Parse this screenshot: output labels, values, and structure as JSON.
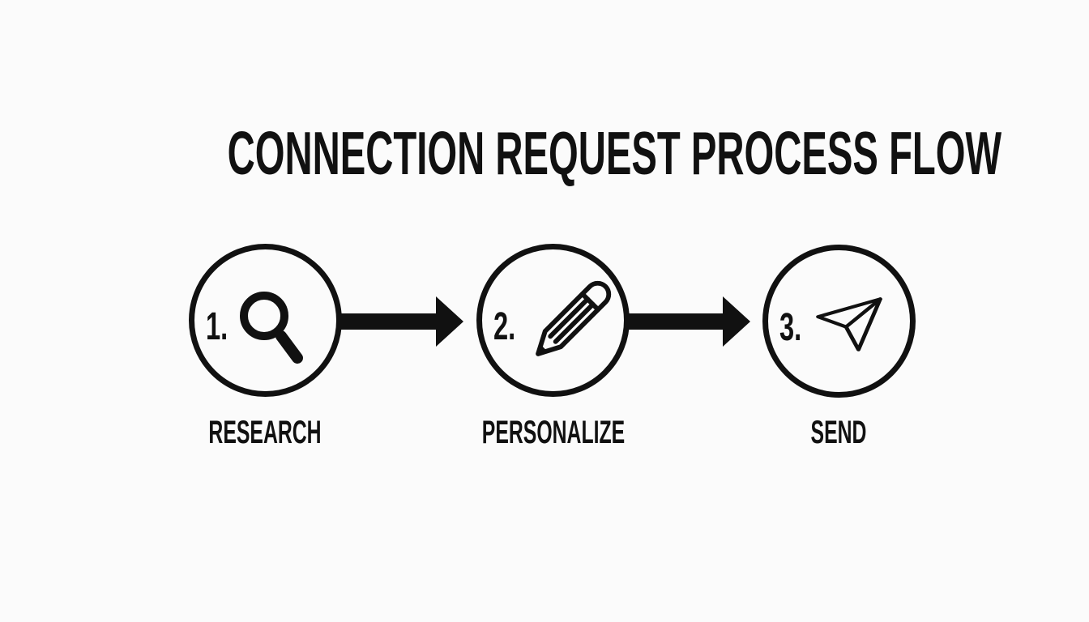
{
  "title": "CONNECTION REQUEST PROCESS FLOW",
  "steps": [
    {
      "number": "1.",
      "label": "RESEARCH",
      "icon": "magnifying-glass-icon"
    },
    {
      "number": "2.",
      "label": "PERSONALIZE",
      "icon": "pencil-icon"
    },
    {
      "number": "3.",
      "label": "SEND",
      "icon": "paper-plane-icon"
    }
  ],
  "colors": {
    "ink": "#111111",
    "background": "#fbfbfb"
  }
}
